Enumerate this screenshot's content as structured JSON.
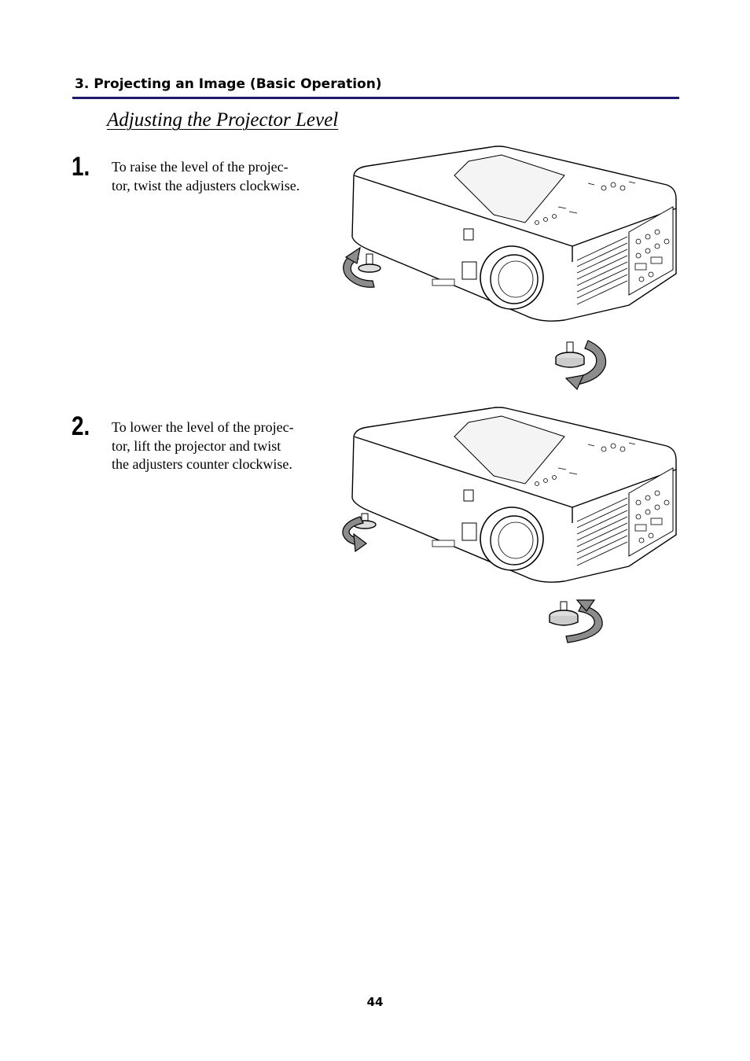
{
  "header": {
    "section_title": "3. Projecting an Image (Basic Operation)",
    "heading": "Adjusting the Projector Level"
  },
  "steps": [
    {
      "number": "1.",
      "lines": [
        "To raise the level of the projec-",
        "tor, twist the adjusters clockwise."
      ],
      "illustration": "projector-raise-adjusters-illustration"
    },
    {
      "number": "2.",
      "lines": [
        "To lower the level of the projec-",
        "tor, lift the projector and twist",
        "the adjusters counter clockwise."
      ],
      "illustration": "projector-lower-adjusters-illustration"
    }
  ],
  "footer": {
    "page_number": "44"
  },
  "colors": {
    "rule": "#1a1a7a",
    "arrow_gray": "#8c8c8c"
  }
}
